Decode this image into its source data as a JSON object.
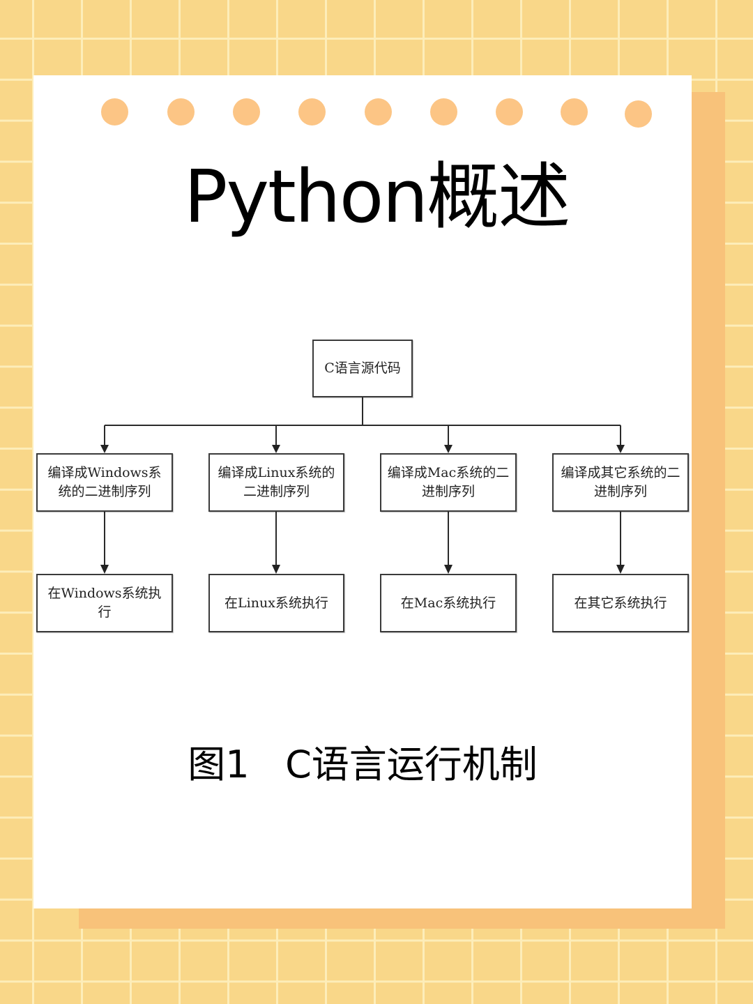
{
  "header": {
    "title": "Python概述",
    "decorative_dot_count": 9
  },
  "diagram": {
    "root": "C语言源代码",
    "compile_steps": [
      "编译成Windows系统的二进制序列",
      "编译成Linux系统的二进制序列",
      "编译成Mac系统的二进制序列",
      "编译成其它系统的二进制序列"
    ],
    "execute_steps": [
      "在Windows系统执行",
      "在Linux系统执行",
      "在Mac系统执行",
      "在其它系统执行"
    ],
    "edges": [
      [
        "C语言源代码",
        "编译成Windows系统的二进制序列"
      ],
      [
        "C语言源代码",
        "编译成Linux系统的二进制序列"
      ],
      [
        "C语言源代码",
        "编译成Mac系统的二进制序列"
      ],
      [
        "C语言源代码",
        "编译成其它系统的二进制序列"
      ],
      [
        "编译成Windows系统的二进制序列",
        "在Windows系统执行"
      ],
      [
        "编译成Linux系统的二进制序列",
        "在Linux系统执行"
      ],
      [
        "编译成Mac系统的二进制序列",
        "在Mac系统执行"
      ],
      [
        "编译成其它系统的二进制序列",
        "在其它系统执行"
      ]
    ]
  },
  "caption": {
    "label": "图1",
    "text": "C语言运行机制"
  },
  "colors": {
    "background": "#F9D789",
    "grid_lines": "#FDEDB9",
    "shadow_card": "#F8C27A",
    "dots": "#FCC585",
    "card": "#FFFFFF"
  }
}
